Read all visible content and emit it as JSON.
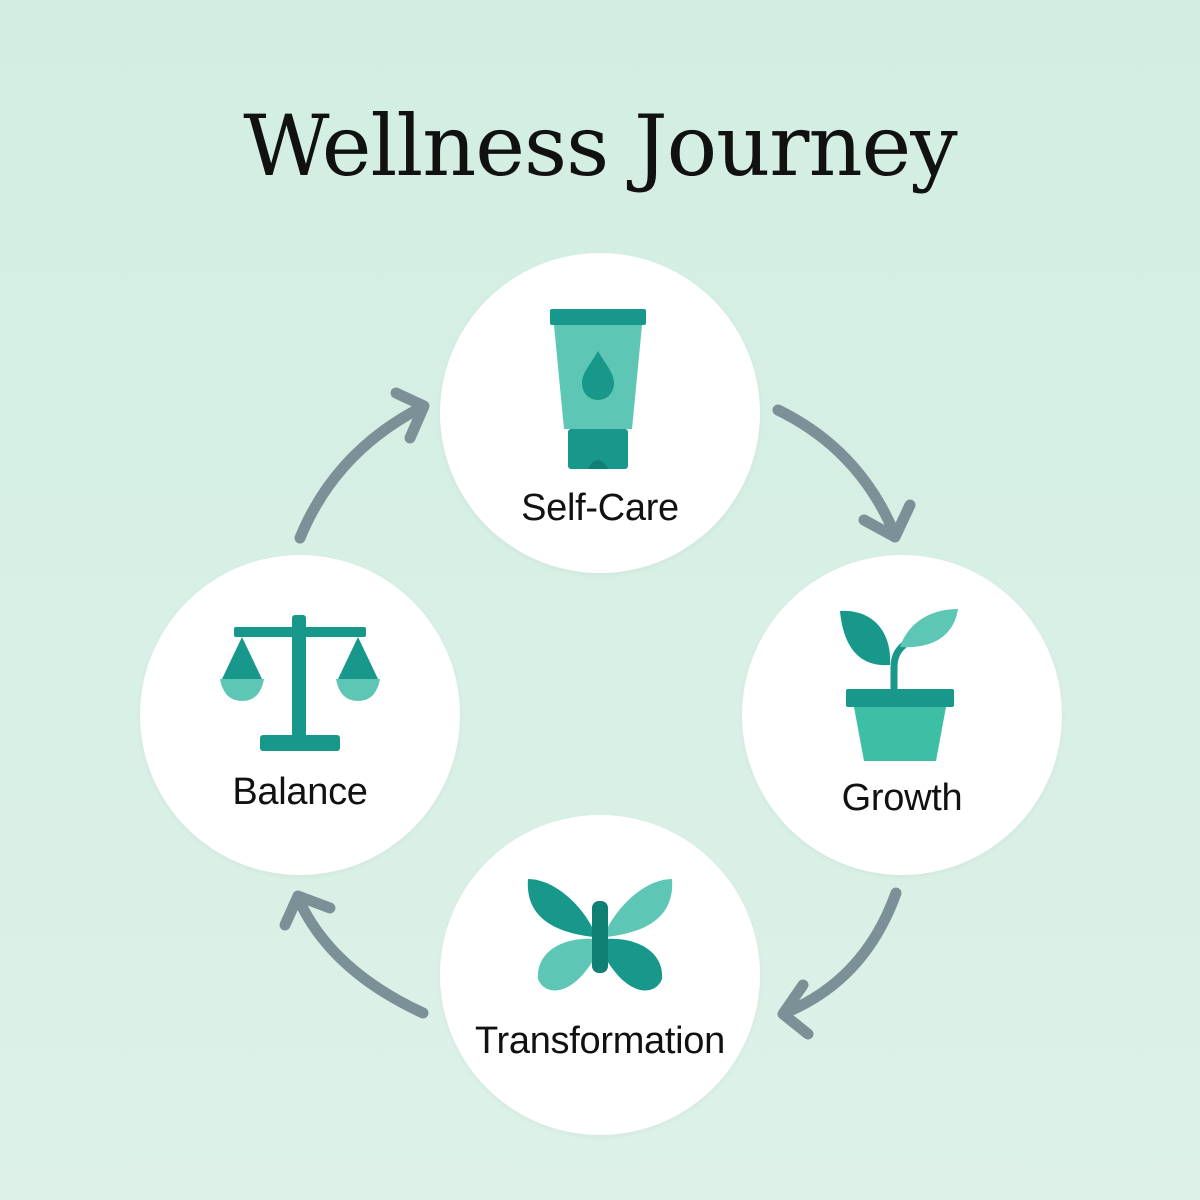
{
  "title": "Wellness Journey",
  "colors": {
    "background": "#d6efe4",
    "node_fill": "#ffffff",
    "arrow": "#7c9097",
    "icon_dark": "#17988a",
    "icon_light": "#5ec6b4",
    "text": "#111111"
  },
  "stages": [
    {
      "label": "Self-Care",
      "icon": "lotion-tube-icon"
    },
    {
      "label": "Growth",
      "icon": "potted-plant-icon"
    },
    {
      "label": "Transformation",
      "icon": "butterfly-icon"
    },
    {
      "label": "Balance",
      "icon": "balance-scale-icon"
    }
  ],
  "flow": "clockwise"
}
